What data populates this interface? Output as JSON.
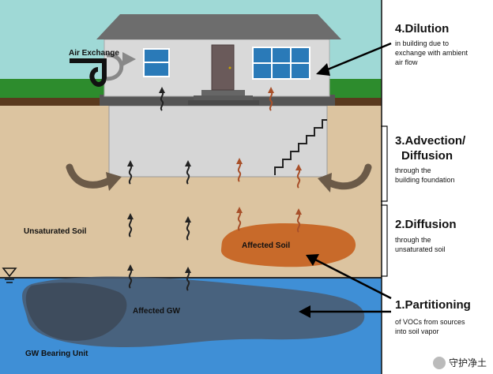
{
  "labels": {
    "air_exchange": "Air Exchange",
    "unsaturated_soil": "Unsaturated Soil",
    "affected_soil": "Affected Soil",
    "affected_gw": "Affected GW",
    "gw_bearing_unit": "GW Bearing Unit"
  },
  "steps": [
    {
      "title": "4.Dilution",
      "lines": [
        "in building due to",
        "exchange with ambient",
        "air flow"
      ]
    },
    {
      "title_lines": [
        "3.Advection/",
        "Diffusion"
      ],
      "lines": [
        "through the",
        "building foundation"
      ]
    },
    {
      "title": "2.Diffusion",
      "lines": [
        "through the",
        "unsaturated soil"
      ]
    },
    {
      "title": "1.Partitioning",
      "lines": [
        "of VOCs from sources",
        "into soil vapor"
      ]
    }
  ],
  "watermark": "守护净土",
  "colors": {
    "sky": "#9fd9d6",
    "grass": "#2d8c2d",
    "topsoil": "#5a3a1e",
    "soil": "#dcc4a0",
    "groundwater": "#3f8fd6",
    "affected_soil": "#c86a2a",
    "house_wall": "#d9d9d9",
    "roof": "#6d6d6d",
    "foundation": "#d6d6d6"
  }
}
